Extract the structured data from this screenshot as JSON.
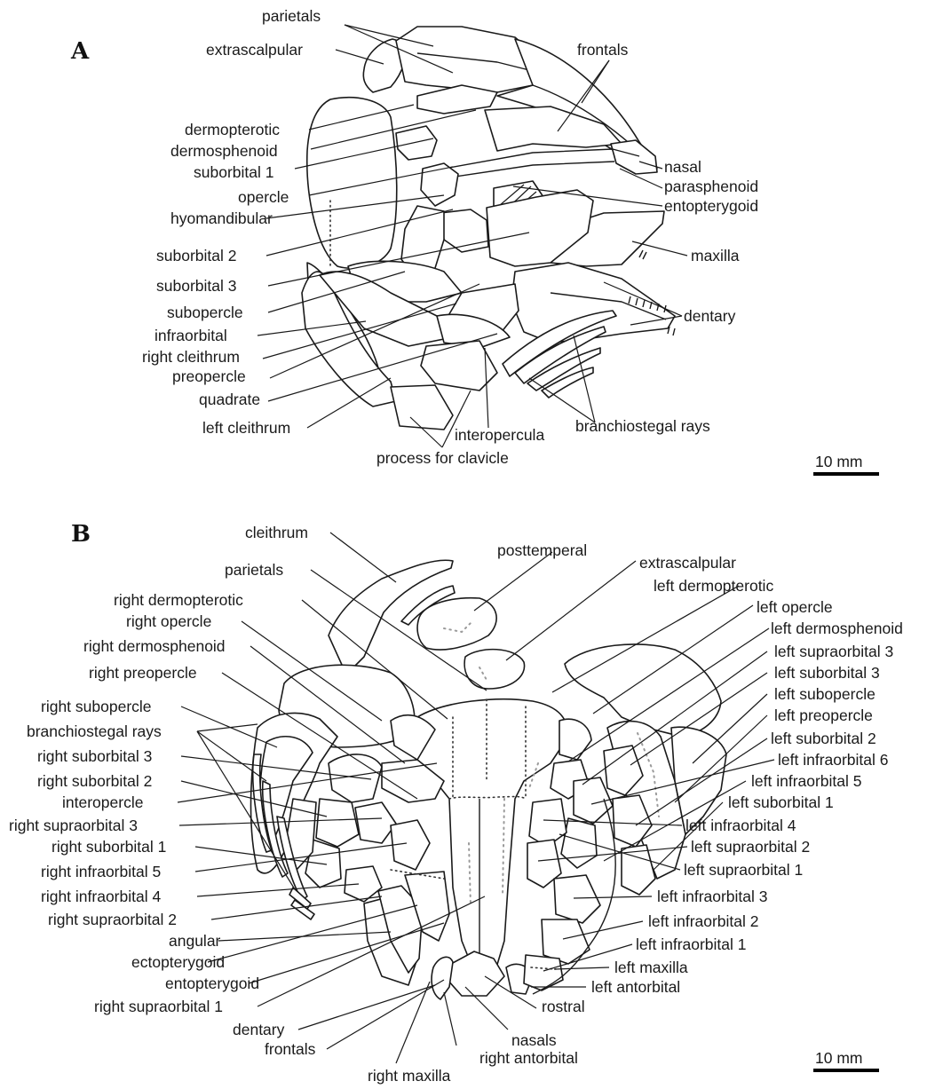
{
  "panels": {
    "A": {
      "letter": "A",
      "scale": "10 mm",
      "labels": {
        "parietals": "parietals",
        "extrascalpular": "extrascalpular",
        "frontals": "frontals",
        "dermopterotic": "dermopterotic",
        "dermosphenoid": "dermosphenoid",
        "suborbital1": "suborbital 1",
        "opercle": "opercle",
        "hyomandibular": "hyomandibular",
        "nasal": "nasal",
        "parasphenoid": "parasphenoid",
        "entopterygoid": "entopterygoid",
        "suborbital2": "suborbital 2",
        "maxilla": "maxilla",
        "suborbital3": "suborbital 3",
        "subopercle": "subopercle",
        "infraorbital": "infraorbital",
        "dentary": "dentary",
        "right_cleithrum": "right cleithrum",
        "preopercle": "preopercle",
        "quadrate": "quadrate",
        "left_cleithrum": "left cleithrum",
        "interopercula": "interopercula",
        "branchiostegal_rays": "branchiostegal rays",
        "process_for_clavicle": "process for clavicle"
      }
    },
    "B": {
      "letter": "B",
      "scale": "10 mm",
      "labels": {
        "cleithrum": "cleithrum",
        "posttemperal": "posttemperal",
        "parietals": "parietals",
        "extrascalpular": "extrascalpular",
        "right_dermopterotic": "right dermopterotic",
        "right_opercle": "right opercle",
        "right_dermosphenoid": "right dermosphenoid",
        "right_preopercle": "right preopercle",
        "right_subopercle": "right subopercle",
        "branchiostegal_rays": "branchiostegal rays",
        "right_suborbital3": "right suborbital 3",
        "right_suborbital2": "right suborbital 2",
        "interopercle": "interopercle",
        "right_supraorbital3": "right supraorbital 3",
        "right_suborbital1": "right suborbital 1",
        "right_infraorbital5": "right infraorbital 5",
        "right_infraorbital4": "right infraorbital 4",
        "right_supraorbital2": "right supraorbital 2",
        "angular": "angular",
        "ectopterygoid": "ectopterygoid",
        "entopterygoid": "entopterygoid",
        "right_supraorbital1": "right supraorbital 1",
        "dentary": "dentary",
        "frontals": "frontals",
        "right_maxilla": "right maxilla",
        "right_antorbital": "right antorbital",
        "nasals": "nasals",
        "rostral": "rostral",
        "left_dermopterotic": "left dermopterotic",
        "left_opercle": "left opercle",
        "left_dermosphenoid": "left dermosphenoid",
        "left_supraorbital3": "left supraorbital 3",
        "left_suborbital3": "left suborbital 3",
        "left_subopercle": "left subopercle",
        "left_preopercle": "left preopercle",
        "left_suborbital2": "left suborbital 2",
        "left_infraorbital6": "left infraorbital 6",
        "left_infraorbital5": "left infraorbital 5",
        "left_suborbital1": "left suborbital 1",
        "left_infraorbital4": "left infraorbital 4",
        "left_supraorbital2": "left supraorbital 2",
        "left_supraorbital1": "left supraorbital 1",
        "left_infraorbital3": "left infraorbital 3",
        "left_infraorbital2": "left infraorbital 2",
        "left_infraorbital1": "left infraorbital 1",
        "left_maxilla": "left maxilla",
        "left_antorbital": "left antorbital"
      }
    }
  }
}
